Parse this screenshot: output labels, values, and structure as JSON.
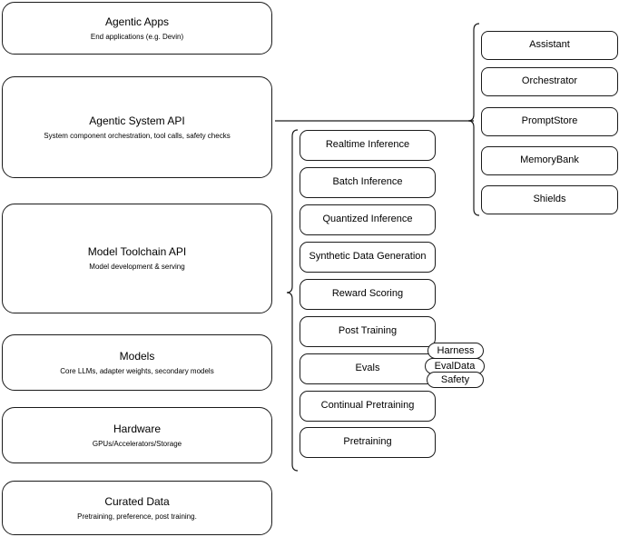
{
  "diagram": {
    "title": "Agentic AI stack layers",
    "stroke_color": "#1a1a1a",
    "background_color": "#ffffff"
  },
  "layers": [
    {
      "title": "Agentic Apps",
      "subtitle": "End applications (e.g. Devin)"
    },
    {
      "title": "Agentic System API",
      "subtitle": "System component orchestration, tool calls, safety checks"
    },
    {
      "title": "Model Toolchain API",
      "subtitle": "Model development & serving"
    },
    {
      "title": "Models",
      "subtitle": "Core LLMs, adapter weights, secondary models"
    },
    {
      "title": "Hardware",
      "subtitle": "GPUs/Accelerators/Storage"
    },
    {
      "title": "Curated Data",
      "subtitle": "Pretraining, preference, post training."
    }
  ],
  "toolchain_capabilities": [
    {
      "label": "Realtime Inference"
    },
    {
      "label": "Batch Inference"
    },
    {
      "label": "Quantized Inference"
    },
    {
      "label": "Synthetic Data Generation"
    },
    {
      "label": "Reward Scoring"
    },
    {
      "label": "Post Training"
    },
    {
      "label": "Evals"
    },
    {
      "label": "Continual Pretraining"
    },
    {
      "label": "Pretraining"
    }
  ],
  "evals_subcomponents": [
    {
      "label": "Harness"
    },
    {
      "label": "EvalData"
    },
    {
      "label": "Safety"
    }
  ],
  "system_components": [
    {
      "label": "Assistant"
    },
    {
      "label": "Orchestrator"
    },
    {
      "label": "PromptStore"
    },
    {
      "label": "MemoryBank"
    },
    {
      "label": "Shields"
    }
  ]
}
